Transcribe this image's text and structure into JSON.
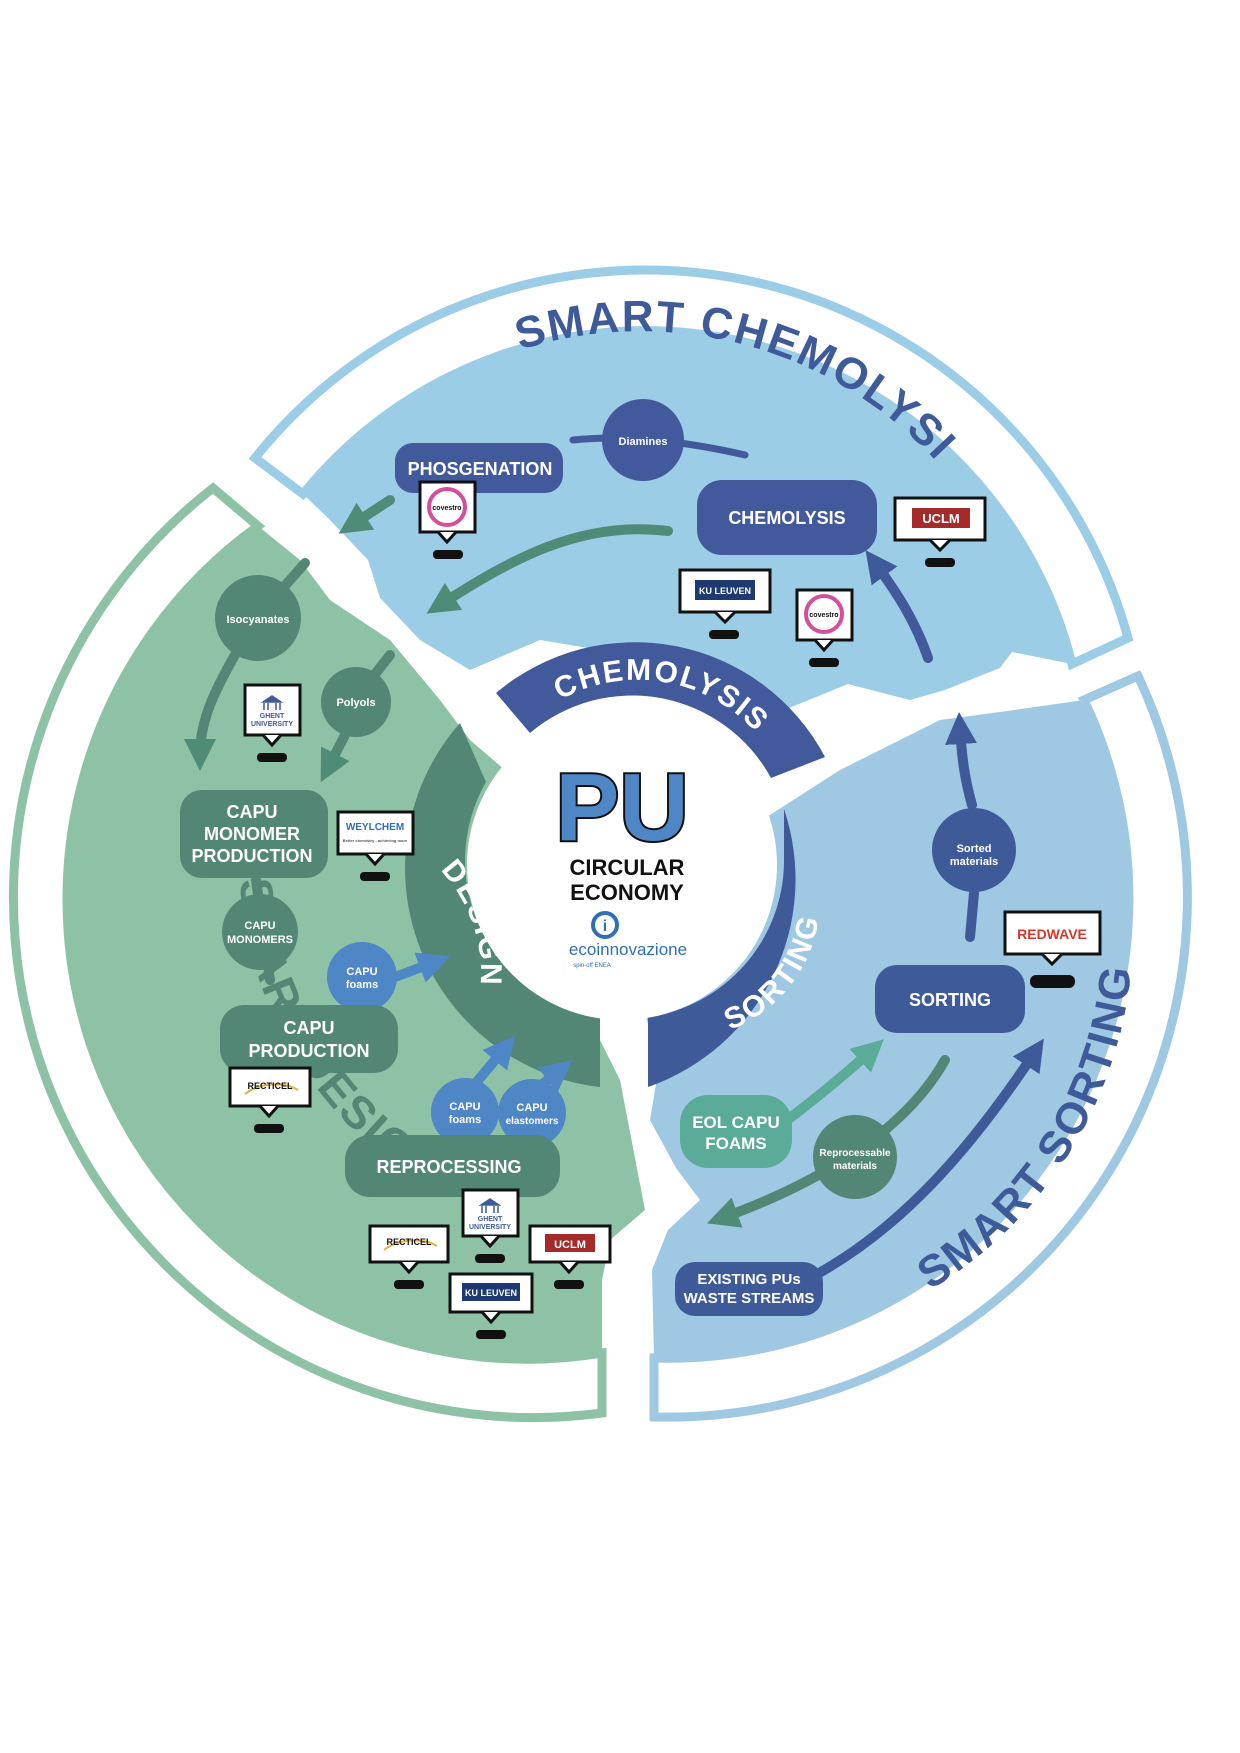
{
  "colors": {
    "chemolysis_light": "#9ccde7",
    "chemolysis_dark": "#425a9b",
    "sorting_light": "#9fc8e2",
    "sorting_dark": "#3f5a99",
    "design_light": "#8ec2a7",
    "design_dark": "#528776",
    "design_outline": "#8ec2a7",
    "chemolysis_outline": "#9ccde7",
    "node_blue": "#4f86c6",
    "arrow_teal": "#5aab98"
  },
  "center": {
    "title": "PU",
    "line1": "CIRCULAR",
    "line2": "ECONOMY",
    "brand": "ecoinnovazione",
    "brand_tag": "spin-off ENEA"
  },
  "sectors": {
    "outer": {
      "chemolysis": "SMART CHEMOLYSIS",
      "sorting": "SMART SORTING",
      "design": "SMART DESIGN"
    },
    "inner": {
      "chemolysis": "CHEMOLYSIS",
      "sorting": "SORTING",
      "design": "DESIGN"
    }
  },
  "nodes": {
    "phosgenation": "PHOSGENATION",
    "diamines": "Diamines",
    "chemolysis": "CHEMOLYSIS",
    "isocyanates": "Isocyanates",
    "polyols": "Polyols",
    "capu_monomer_production": [
      "CAPU",
      "MONOMER",
      "PRODUCTION"
    ],
    "capu_monomers": [
      "CAPU",
      "MONOMERS"
    ],
    "capu_foams_design": [
      "CAPU",
      "foams"
    ],
    "capu_production": [
      "CAPU",
      "PRODUCTION"
    ],
    "capu_foams_reproc": [
      "CAPU",
      "foams"
    ],
    "capu_elastomers": [
      "CAPU",
      "elastomers"
    ],
    "reprocessing": "REPROCESSING",
    "sorted_materials": [
      "Sorted",
      "materials"
    ],
    "sorting": "SORTING",
    "eol_capu_foams": [
      "EOL CAPU",
      "FOAMS"
    ],
    "reprocessable_materials": [
      "Reprocessable",
      "materials"
    ],
    "existing_pus": [
      "EXISTING PUs",
      "WASTE STREAMS"
    ]
  },
  "logos": {
    "covestro": "covestro",
    "uclm": "UCLM",
    "ku_leuven": "KU LEUVEN",
    "ghent": [
      "GHENT",
      "UNIVERSITY"
    ],
    "weylchem": "WEYLCHEM",
    "weylchem_tag": "Better chemistry - achieving more",
    "recticel": "RECTICEL",
    "redwave": "REDWAVE"
  }
}
